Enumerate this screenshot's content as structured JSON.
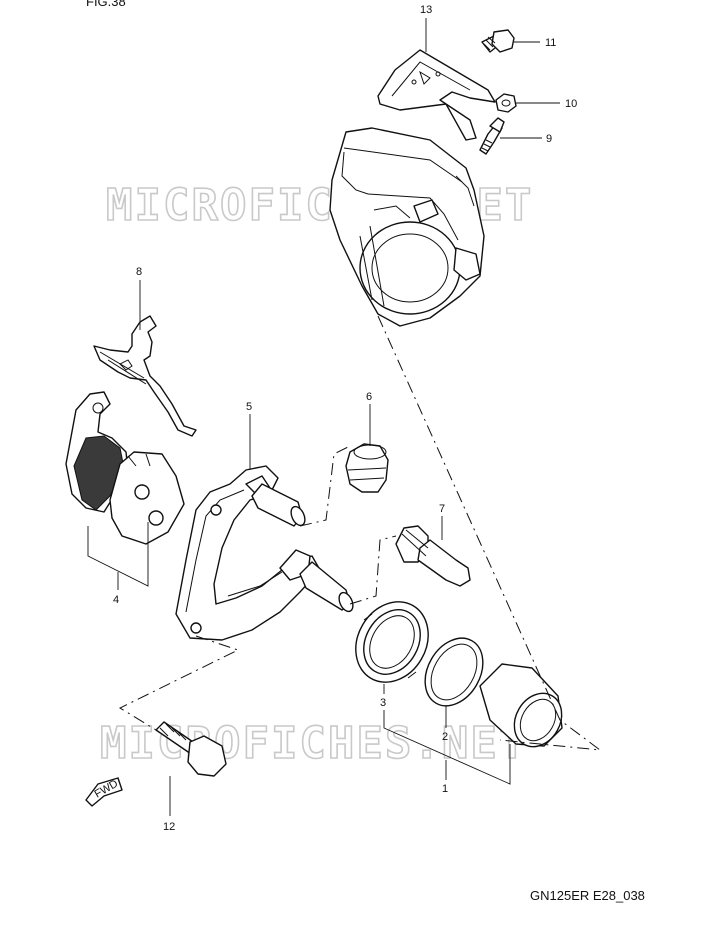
{
  "figure": {
    "header_partial": "FIG.38",
    "reference_code": "GN125ER E28_038",
    "fwd_label": "FWD"
  },
  "watermark": {
    "text": "MICROFICHES.NET"
  },
  "callouts": [
    {
      "id": "1",
      "label": "1"
    },
    {
      "id": "2",
      "label": "2"
    },
    {
      "id": "3",
      "label": "3"
    },
    {
      "id": "4",
      "label": "4"
    },
    {
      "id": "5",
      "label": "5"
    },
    {
      "id": "6",
      "label": "6"
    },
    {
      "id": "7",
      "label": "7"
    },
    {
      "id": "8",
      "label": "8"
    },
    {
      "id": "9",
      "label": "9"
    },
    {
      "id": "10",
      "label": "10"
    },
    {
      "id": "11",
      "label": "11"
    },
    {
      "id": "12",
      "label": "12"
    },
    {
      "id": "13",
      "label": "13"
    }
  ]
}
